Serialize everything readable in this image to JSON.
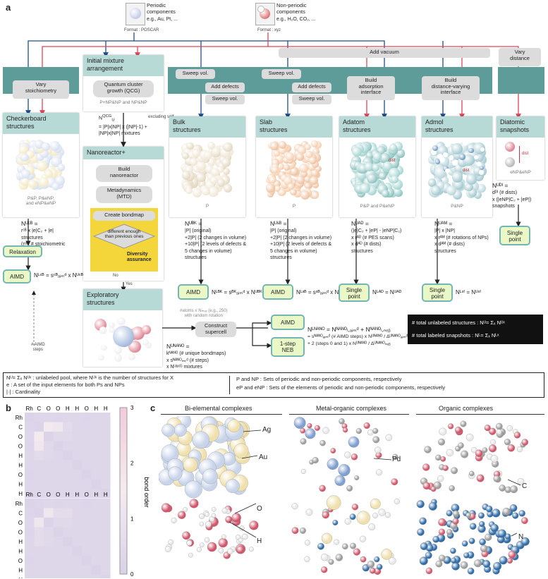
{
  "panel_labels": {
    "a": "a",
    "b": "b",
    "c": "c"
  },
  "inputs": {
    "periodic": {
      "title": "Periodic\ncomponents",
      "examples": "e.g., Au, Pt, ...",
      "format": "Format : POSCAR"
    },
    "nonperiodic": {
      "title": "Non-periodic\ncomponents",
      "examples": "e.g., H₂O, CO₂, ...",
      "format": "Format : xyz"
    }
  },
  "top_boxes": {
    "add_vacuum": "Add vacuum",
    "vary_distance": "Vary\ndistance",
    "vary_stoichiometry": "Vary\nstoichiometry",
    "sweep_vol_bulk": "Sweep vol.",
    "add_defects_bulk": "Add defects",
    "sweep_vol_bulk2": "Sweep vol.",
    "sweep_vol_slab": "Sweep vol.",
    "add_defects_slab": "Add defects",
    "sweep_vol_slab2": "Sweep vol.",
    "build_adsorption": "Build\nadsorption\ninterface",
    "build_distance": "Build\ndistance-varying\ninterface"
  },
  "initial_mixture": {
    "title": "Initial mixture\narrangement",
    "qcg": "Quantum cluster\ngrowth (QCG)",
    "caption": "P+NP&NP and NP&NP",
    "formula_n": "N",
    "formula_sup": "QCG",
    "formula_sub": "U",
    "formula_body": "= |P|x|NP| x (|NP|-1) + |NP|x|NP| mixtures",
    "excluding": "excluding self"
  },
  "nanoreactor": {
    "title": "Nanoreactor+",
    "build": "Build\nnanoreactor",
    "mtd": "Metadynamics\n(MTD)",
    "bondmap": "Create bondmap",
    "diamond": "different enough\nthan previous ones",
    "diversity": "Diversity\nassurance",
    "no": "No",
    "yes": "Yes"
  },
  "checkerboard": {
    "title": "Checkerboard\nstructures",
    "caption": "P&P, P&eNP,\nand eNP&eNP",
    "formula": [
      "Nᵁᶜᴮ =",
      "rᶜᴮ x |e|C₂ + |e|",
      "structures",
      "(rᶜᴮ: # stoichiometric",
      "ratios)"
    ],
    "relaxation": "Relaxation",
    "aimd": "AIMD",
    "aimd_formula": "Nᴸᶜᴮ = sᶜᴮₐᵢₘᵈ x Nᵁᶜᴮ",
    "aimd_steps": "# AIMD\nsteps"
  },
  "bulk": {
    "title": "Bulk\nstructures",
    "caption": "P",
    "formula": [
      "Nᵁᴮᴷ =",
      "|P| (original)",
      "+2|P| (2 changes in volume)",
      "+10|P| (2 levels of defects &",
      "5 changes in volume)",
      "structures"
    ],
    "aimd": "AIMD",
    "aimd_formula": "Nᴸᴮᴷ = sᴮᴷₐᵢₘᵈ x Nᵁᴮᴷ"
  },
  "slab": {
    "title": "Slab\nstructures",
    "caption": "P",
    "formula": [
      "Nᵁˢᴮ =",
      "|P| (original)",
      "+2|P| (2 changes in volume)",
      "+10|P| (2 levels of defects &",
      "5 changes in volume)",
      "structures"
    ],
    "aimd": "AIMD",
    "aimd_formula": "Nᴸˢᴮ = sˢᴮₐᵢₘᵈ x Nᵁˢᴮ"
  },
  "adatom": {
    "title": "Adatom\nstructures",
    "caption": "P&P and P&eNP",
    "dist": "dist",
    "formula": [
      "Nᵁᴬᴰ =",
      "(|e|C₂ + |eP| - |eNP|C₂)",
      "x rᴬᴰ (# PES scans)",
      "x dᴬᴰ (# dists)",
      "structures"
    ],
    "single_point": "Single\npoint",
    "sp_formula": "Nᴸᴬᴰ = Nᵁᴬᴰ"
  },
  "admol": {
    "title": "Admol\nstructures",
    "caption": "P&NP",
    "dist": "dist",
    "formula": [
      "Nᵁᴬᴹ =",
      "|P| x |NP|",
      "x rᴬᴹ (# rotations of NPs)",
      "x dᴬᴹ (# dists)",
      "structures"
    ],
    "single_point": "Single\npoint",
    "sp_formula": "Nᴸˢᶠ = Nᵁˢᶠ"
  },
  "diatomic": {
    "title": "Diatomic\nsnapshots",
    "caption": "eNP&eNP",
    "dist": "dist",
    "formula": [
      "Nᵁᴰᴵ =",
      "dᴰᴵ (# dists)",
      "x (|eNP|C₂ + |eP|)",
      "snapshots"
    ],
    "single_point": "Single\npoint"
  },
  "exploratory": {
    "title": "Exploratory\nstructures",
    "note": "#atoms ≤ Nₘₐₓ (e.g., 250)\nwith random rotation",
    "construct": "Construct\nsupercell",
    "aimd": "AIMD",
    "neb": "1-step\nNEB",
    "formula": [
      "Nᵁᴺᴬᴺᴼ =",
      "kᴺᴬᴺᴼ (# unique bondmaps)",
      "x sᴺᴬᴺᴼₘₜᵈ (# steps)",
      "x Nᵁᵠᶜᴳ mixtures"
    ],
    "labeled": [
      "Nᴸᴺᴬᴺᴼ = Nᴺᴬᴺᴼₗ,ₐᵢₘᵈ + Nᴺᴬᴺᴼₗ,ₙₑᵦ",
      "= sᴺᴬᴺᴼₐᵢₘᵈ (# AIMD steps) x Nᵁᴺᴬᴺᴼ / Δᵁᴺᴬᴺᴼₐᵢₘᵈ (sampling interval)",
      "+ 2 (steps 0 and 1) x Nᵁᴺᴬᴺᴼ / Δᵁᴺᴬᴺᴼₙₑᵦ"
    ]
  },
  "totals": {
    "unlabeled": "# total unlabeled structures : Nᵁ= Σₓ Nᵁˣ",
    "labeled": "# total labeled snapshots : Nᴸ= Σₓ Nᴸˣ"
  },
  "legend": {
    "l1": "Nᵁ= Σₓ Nᵁˣ : unlabeled pool, where Nᵁˣ is the number of structures for X",
    "l2": "e : A set of the input elements for both Ps and NPs",
    "l3": "|·| : Cardinality",
    "r1": "P and NP : Sets of periodic and non-periodic components, respectively",
    "r2": "eP and eNP : Sets of the elements of periodic and non-periodic components, respectively"
  },
  "heatmap": {
    "row_labels": [
      "Rh",
      "C",
      "O",
      "O",
      "H",
      "H",
      "O",
      "H",
      "H"
    ],
    "col_labels": [
      "Rh",
      "C",
      "O",
      "O",
      "H",
      "H",
      "O",
      "H",
      "H"
    ],
    "colorbar_label": "bond order",
    "colorbar_ticks": [
      "3",
      "2",
      "1",
      "0"
    ],
    "colors": {
      "low": "#d9d2e8",
      "mid": "#f4ecf0",
      "high": "#f2cbdc"
    },
    "matrix_top": [
      [
        0.1,
        0.2,
        0.3,
        0.2,
        0.3,
        0.3,
        0.2,
        0.3,
        0.3
      ],
      [
        0.2,
        0.1,
        1.4,
        1.2,
        0.5,
        0.3,
        0.3,
        0.3,
        0.3
      ],
      [
        0.3,
        1.4,
        0.1,
        0.4,
        0.4,
        0.3,
        0.3,
        0.3,
        0.3
      ],
      [
        0.2,
        1.2,
        0.4,
        0.1,
        0.3,
        0.3,
        0.3,
        0.3,
        0.3
      ],
      [
        0.3,
        0.5,
        0.4,
        0.3,
        0.1,
        0.3,
        0.3,
        0.3,
        0.3
      ],
      [
        0.3,
        0.3,
        0.3,
        0.3,
        0.3,
        0.1,
        0.3,
        0.3,
        0.3
      ],
      [
        0.2,
        0.3,
        0.3,
        0.3,
        0.3,
        0.3,
        0.1,
        0.3,
        0.3
      ],
      [
        0.3,
        0.3,
        0.3,
        0.3,
        0.3,
        0.3,
        0.3,
        0.1,
        0.3
      ],
      [
        0.3,
        0.3,
        0.3,
        0.3,
        0.3,
        0.3,
        0.3,
        0.3,
        0.1
      ]
    ],
    "matrix_bottom": [
      [
        0.1,
        0.2,
        0.3,
        0.2,
        0.3,
        0.3,
        0.2,
        0.3,
        0.3
      ],
      [
        0.2,
        0.1,
        1.2,
        0.6,
        0.6,
        0.3,
        0.3,
        0.3,
        0.3
      ],
      [
        0.3,
        1.2,
        0.1,
        0.4,
        0.4,
        0.3,
        0.3,
        0.3,
        0.3
      ],
      [
        0.2,
        0.6,
        0.4,
        0.1,
        0.3,
        0.3,
        0.3,
        0.3,
        0.3
      ],
      [
        0.3,
        0.6,
        0.4,
        0.3,
        0.1,
        0.3,
        0.3,
        0.3,
        0.3
      ],
      [
        0.3,
        0.3,
        0.3,
        0.3,
        0.3,
        0.1,
        0.3,
        0.3,
        0.3
      ],
      [
        0.2,
        0.3,
        0.3,
        0.3,
        0.3,
        0.3,
        0.1,
        0.3,
        0.3
      ],
      [
        0.3,
        0.3,
        0.3,
        0.3,
        0.3,
        0.3,
        0.3,
        0.1,
        0.3
      ],
      [
        0.3,
        0.3,
        0.3,
        0.3,
        0.3,
        0.3,
        0.3,
        0.3,
        0.1
      ]
    ]
  },
  "complexes": {
    "bi": {
      "title": "Bi-elemental complexes",
      "labels": [
        "Ag",
        "Au",
        "O",
        "H"
      ]
    },
    "mo": {
      "title": "Metal-organic complexes",
      "labels": [
        "Pd"
      ]
    },
    "org": {
      "title": "Organic complexes",
      "labels": [
        "C",
        "N"
      ]
    },
    "colors": {
      "ag": "#c8d4ea",
      "au": "#efe0ac",
      "o": "#d2566a",
      "h": "#e8e8e8",
      "c": "#9c9c9c",
      "n": "#2f6ca8",
      "pd": "#7f9fd0"
    }
  }
}
